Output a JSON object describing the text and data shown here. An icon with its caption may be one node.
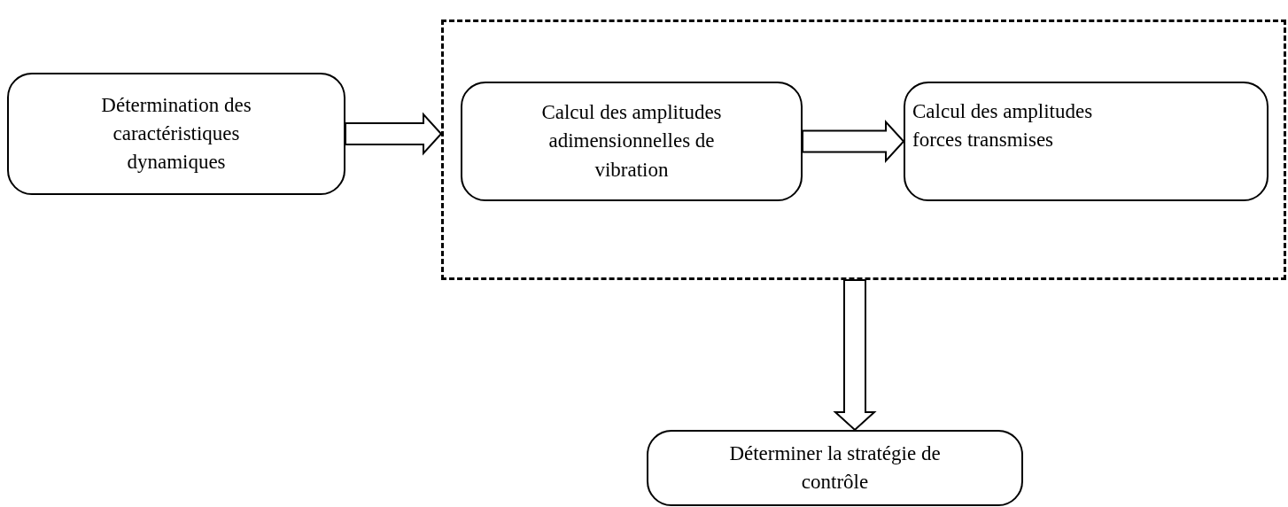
{
  "diagram": {
    "nodes": [
      {
        "text": [
          "Détermination des caractéristiques dynamiques"
        ]
      },
      {
        "text": [],
        "shape": "box"
      },
      {
        "text": [
          "Calcul des amplitudes adimensionnelles de vibration"
        ],
        "in": 1
      },
      {
        "text": [
          "Calcul des amplitudes forces transmises"
        ],
        "in": 1
      },
      {
        "text": [
          "Déterminer la stratégie de contrôle"
        ]
      }
    ],
    "edges": [
      {
        "from": 0,
        "to": 1,
        "arrow": "to"
      },
      {
        "from": 2,
        "to": 3,
        "arrow": "to"
      },
      {
        "from": 1,
        "to": 4,
        "arrow": "to"
      }
    ]
  }
}
